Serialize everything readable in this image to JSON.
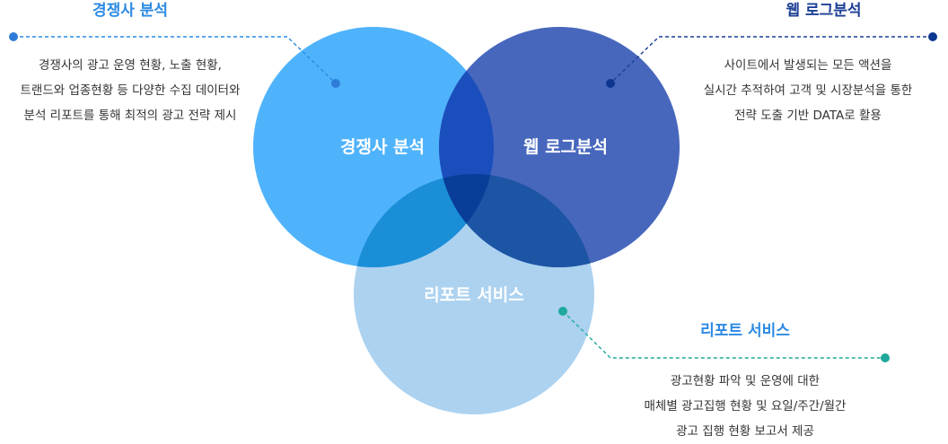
{
  "colors": {
    "circle_competitor": "#4fb3fc",
    "circle_weblog": "#4767bd",
    "circle_report": "#acd2f0",
    "overlap_cw": "#1b4ebd",
    "overlap_cr": "#1b8ed8",
    "overlap_wr": "#1c55a4",
    "overlap_all": "#083e98",
    "title_competitor": "#2b8ae3",
    "title_weblog": "#1c3f96",
    "title_report": "#2b8ae3",
    "connector_competitor": "#2b8ae3",
    "connector_weblog": "#1c3f96",
    "connector_report": "#1fa89c",
    "dot_competitor": "#2e7cd8",
    "dot_weblog": "#0d3690",
    "dot_report": "#1fa89c"
  },
  "venn": {
    "competitor_label": "경쟁사 분석",
    "weblog_label": "웹 로그분석",
    "report_label": "리포트 서비스"
  },
  "sections": {
    "competitor": {
      "title": "경쟁사 분석",
      "lines": [
        "경쟁사의 광고 운영 현황, 노출 현황,",
        "트랜드와 업종현황 등 다양한 수집 데이터와",
        "분석 리포트를 통해 최적의 광고 전략 제시"
      ]
    },
    "weblog": {
      "title": "웹 로그분석",
      "lines": [
        "사이트에서 발생되는 모든 액션을",
        "실시간 추적하여 고객 및 시장분석을 통한",
        "전략 도출 기반 DATA로 활용"
      ]
    },
    "report": {
      "title": "리포트 서비스",
      "lines": [
        "광고현황 파악 및 운영에 대한",
        "매체별 광고집행 현황 및 요일/주간/월간",
        "광고 집행 현황 보고서 제공"
      ]
    }
  }
}
